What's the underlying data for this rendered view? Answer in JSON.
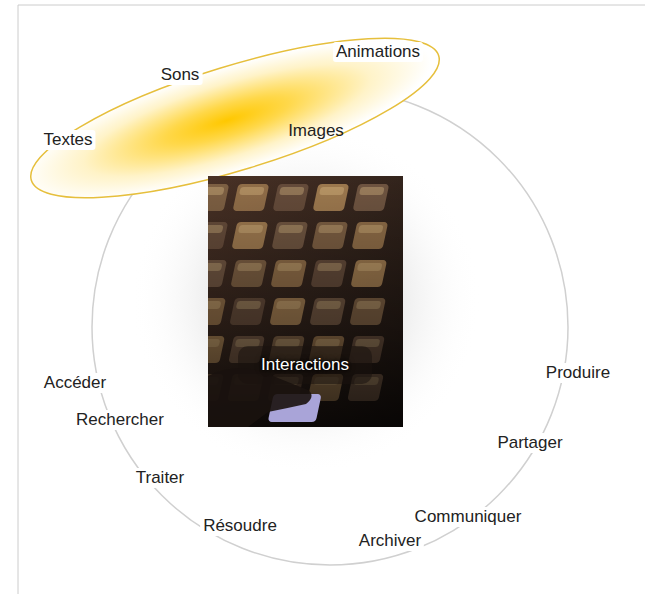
{
  "diagram": {
    "nodes": [
      {
        "text": [
          "Animations",
          "Sons",
          "Images",
          "Textes"
        ]
      },
      {
        "text": [
          "Interactions"
        ]
      }
    ],
    "labels": [
      "Accéder",
      "Rechercher",
      "Traiter",
      "Résoudre",
      "Archiver",
      "Communiquer",
      "Partager",
      "Produire"
    ]
  }
}
